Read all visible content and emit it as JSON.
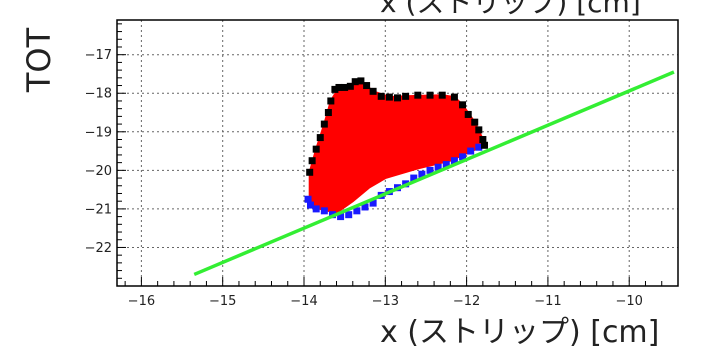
{
  "chart_data": {
    "type": "scatter",
    "top_partial_label": "x (ストリップ) [cm]",
    "ylabel": "TOT",
    "xlabel": "x (ストリップ) [cm]",
    "xlim": [
      -16.3,
      -9.4
    ],
    "ylim": [
      -23.0,
      -16.1
    ],
    "x_ticks": [
      -16,
      -15,
      -14,
      -13,
      -12,
      -11,
      -10
    ],
    "y_ticks": [
      -17,
      -18,
      -19,
      -20,
      -21,
      -22
    ],
    "x_tick_labels": [
      "−16",
      "−15",
      "−14",
      "−13",
      "−12",
      "−11",
      "−10"
    ],
    "y_tick_labels": [
      "−17",
      "−18",
      "−19",
      "−20",
      "−21",
      "−22"
    ],
    "grid": true,
    "colors": {
      "outline_points": "#000000",
      "fill_region": "#ff0000",
      "lower_points": "#1a1aff",
      "fit_line": "#33ee33"
    },
    "series": [
      {
        "kind": "outline",
        "points": [
          [
            -13.93,
            -20.05
          ],
          [
            -13.9,
            -19.75
          ],
          [
            -13.85,
            -19.45
          ],
          [
            -13.8,
            -19.15
          ],
          [
            -13.75,
            -18.8
          ],
          [
            -13.7,
            -18.5
          ],
          [
            -13.67,
            -18.2
          ],
          [
            -13.62,
            -17.9
          ],
          [
            -13.57,
            -17.85
          ],
          [
            -13.5,
            -17.85
          ],
          [
            -13.43,
            -17.82
          ],
          [
            -13.37,
            -17.7
          ],
          [
            -13.3,
            -17.68
          ],
          [
            -13.23,
            -17.8
          ],
          [
            -13.15,
            -17.95
          ],
          [
            -13.05,
            -18.08
          ],
          [
            -12.95,
            -18.1
          ],
          [
            -12.85,
            -18.12
          ],
          [
            -12.75,
            -18.08
          ],
          [
            -12.6,
            -18.05
          ],
          [
            -12.45,
            -18.05
          ],
          [
            -12.3,
            -18.05
          ],
          [
            -12.15,
            -18.1
          ],
          [
            -12.05,
            -18.3
          ],
          [
            -11.98,
            -18.55
          ],
          [
            -11.9,
            -18.75
          ],
          [
            -11.85,
            -18.95
          ],
          [
            -11.8,
            -19.2
          ],
          [
            -11.78,
            -19.35
          ]
        ]
      },
      {
        "kind": "filled_region",
        "points": [
          [
            -13.93,
            -20.05
          ],
          [
            -13.85,
            -19.45
          ],
          [
            -13.75,
            -18.8
          ],
          [
            -13.67,
            -18.2
          ],
          [
            -13.57,
            -17.85
          ],
          [
            -13.43,
            -17.82
          ],
          [
            -13.3,
            -17.68
          ],
          [
            -13.15,
            -17.95
          ],
          [
            -12.95,
            -18.1
          ],
          [
            -12.75,
            -18.08
          ],
          [
            -12.3,
            -18.05
          ],
          [
            -12.15,
            -18.1
          ],
          [
            -12.05,
            -18.3
          ],
          [
            -11.9,
            -18.75
          ],
          [
            -11.8,
            -19.2
          ],
          [
            -11.78,
            -19.35
          ],
          [
            -12.2,
            -19.75
          ],
          [
            -12.6,
            -19.95
          ],
          [
            -13.0,
            -20.2
          ],
          [
            -13.2,
            -20.45
          ],
          [
            -13.4,
            -20.8
          ],
          [
            -13.6,
            -21.1
          ],
          [
            -13.8,
            -21.0
          ],
          [
            -13.93,
            -20.8
          ]
        ]
      },
      {
        "kind": "lower_edge",
        "points": [
          [
            -13.95,
            -20.75
          ],
          [
            -13.92,
            -20.9
          ],
          [
            -13.85,
            -21.0
          ],
          [
            -13.75,
            -21.05
          ],
          [
            -13.65,
            -21.15
          ],
          [
            -13.55,
            -21.2
          ],
          [
            -13.45,
            -21.15
          ],
          [
            -13.35,
            -21.05
          ],
          [
            -13.25,
            -20.95
          ],
          [
            -13.15,
            -20.85
          ],
          [
            -13.05,
            -20.65
          ],
          [
            -12.95,
            -20.55
          ],
          [
            -12.85,
            -20.45
          ],
          [
            -12.75,
            -20.35
          ],
          [
            -12.65,
            -20.2
          ],
          [
            -12.55,
            -20.1
          ],
          [
            -12.45,
            -20.0
          ],
          [
            -12.35,
            -19.92
          ],
          [
            -12.25,
            -19.85
          ],
          [
            -12.15,
            -19.75
          ],
          [
            -12.05,
            -19.65
          ],
          [
            -11.95,
            -19.5
          ],
          [
            -11.85,
            -19.4
          ]
        ]
      },
      {
        "kind": "fit_line",
        "from": [
          -15.35,
          -22.7
        ],
        "to": [
          -9.45,
          -17.45
        ]
      }
    ]
  }
}
